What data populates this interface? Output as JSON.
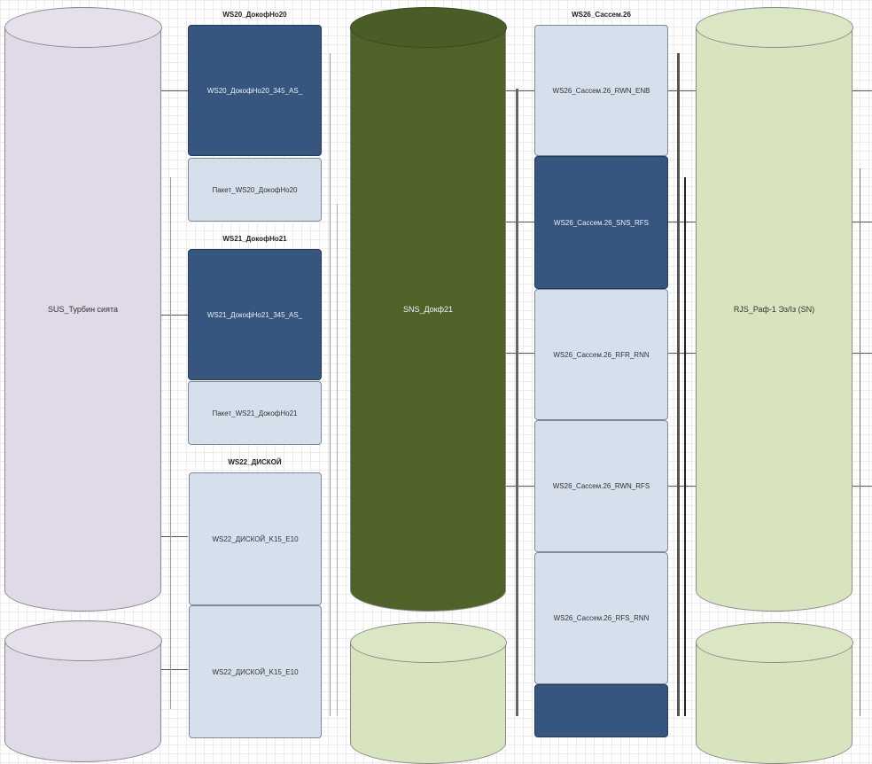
{
  "colors": {
    "lavender": "#e0d9e8",
    "dark_green": "#4f6228",
    "light_green": "#d7e4bd",
    "dark_blue": "#365680",
    "light_blue": "#d6e0ec"
  },
  "cylinders": [
    {
      "label": "SUS_Турбин сията"
    },
    {
      "label": "SNS_Докф21"
    },
    {
      "label": "RJS_Раф-1 Эз/Із (SN)"
    }
  ],
  "groups": [
    {
      "title": "WS20_ДокофНо20",
      "rows": [
        "WS20_ДокофНо20_345_AS_",
        "Пакет_WS20_ДокофНо20"
      ]
    },
    {
      "title": "WS21_ДокофНо21",
      "rows": [
        "WS21_ДокофНо21_345_AS_",
        "Пакет_WS21_ДокофНо21"
      ]
    },
    {
      "title": "WS22_ДИСКОЙ",
      "rows": [
        "WS22_ДИСКОЙ_K15_E10",
        "WS22_ДИСКОЙ_K15_E10"
      ]
    },
    {
      "title": "WS26_Сассем.26",
      "rows": [
        "WS26_Сассем.26_RWN_ENB",
        "WS26_Сассем.26_SNS_RFS",
        "WS26_Сассем.26_RFR_RNN",
        "WS26_Сассем.26_RWN_RFS",
        "WS26_Сассем.26_RFS_RNN"
      ]
    }
  ]
}
